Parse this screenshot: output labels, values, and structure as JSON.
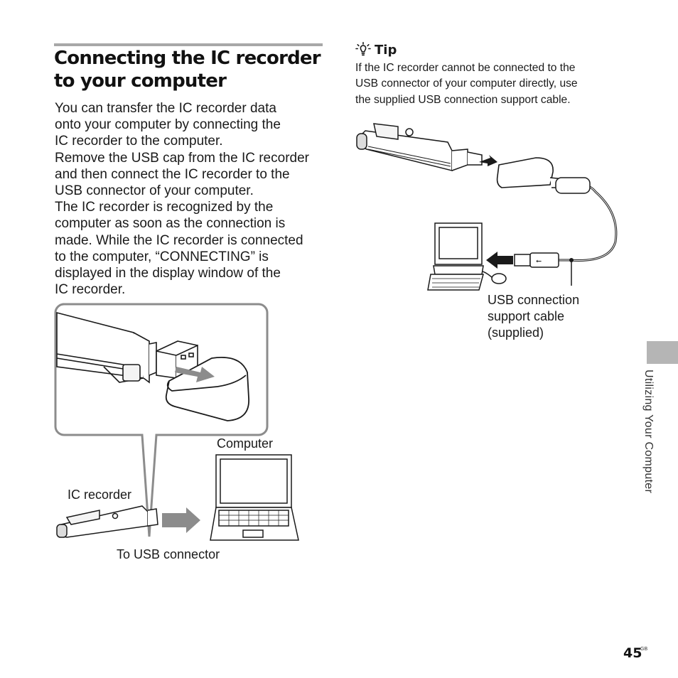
{
  "heading": {
    "line1": "Connecting the IC recorder",
    "line2": "to your computer"
  },
  "body": {
    "lines": [
      "You can transfer the IC recorder data",
      "onto your computer by connecting the",
      "IC recorder to the computer.",
      "Remove the USB cap from the IC recorder",
      "and then connect the IC recorder to the",
      "USB connector of your computer.",
      "The IC recorder is recognized by the",
      "computer as soon as the connection is",
      "made. While the IC recorder is connected",
      "to the computer, “CONNECTING” is",
      "displayed in the display window of the",
      "IC recorder."
    ]
  },
  "tip": {
    "label": "Tip",
    "icon": "lightbulb-icon",
    "lines": [
      "If the IC recorder cannot be connected to the",
      "USB connector of your computer directly, use",
      "the supplied USB connection support cable."
    ]
  },
  "figure_main": {
    "computer_label": "Computer",
    "recorder_label": "IC recorder",
    "usb_label": "To USB connector"
  },
  "figure_tip": {
    "cable_label_lines": [
      "USB connection",
      "support cable",
      "(supplied)"
    ]
  },
  "sidebar": {
    "section": "Utilizing Your Computer"
  },
  "footer": {
    "page_number": "45",
    "region": "GB"
  },
  "colors": {
    "rule": "#a8a8a8",
    "side_tab": "#b5b5b5",
    "figure_gray": "#8c8c8c"
  }
}
